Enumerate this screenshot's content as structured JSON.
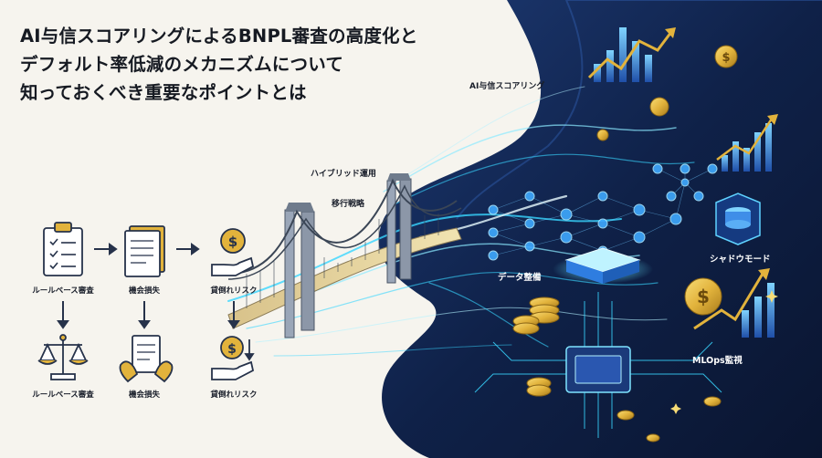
{
  "title": {
    "line1": "AI与信スコアリングによるBNPL審査の高度化と",
    "line2": "デフォルト率低減のメカニズムについて",
    "line3": "知っておくべき重要なポイントとは"
  },
  "labels": {
    "ai_scoring": "AI与信スコアリング",
    "hybrid": "ハイブリッド運用",
    "migration": "移行戦略",
    "data_prep": "データ整備",
    "shadow_mode": "シャドウモード",
    "mlops": "MLOps監視"
  },
  "flow": {
    "row1": [
      "ルールベース審査",
      "機会損失",
      "貸倒れリスク"
    ],
    "row2": [
      "ルールベース審査",
      "機会損失",
      "貸倒れリスク"
    ]
  },
  "icons": {
    "clipboard": "clipboard-icon",
    "document": "document-icon",
    "coin_hand": "coin-hand-icon",
    "scale": "scale-icon",
    "handwritten_doc": "handwritten-document-icon",
    "coin_hand_down": "coin-hand-down-icon",
    "bridge": "bridge-icon",
    "neural_net": "neural-network-icon",
    "database": "database-icon",
    "chip": "chip-icon",
    "chart_up": "chart-up-icon",
    "coin": "coin-icon"
  },
  "colors": {
    "bg_light": "#f6f4ee",
    "bg_dark": "#0f2148",
    "accent_cyan": "#38d6ff",
    "gold": "#e2b33c",
    "ink": "#161a22"
  }
}
